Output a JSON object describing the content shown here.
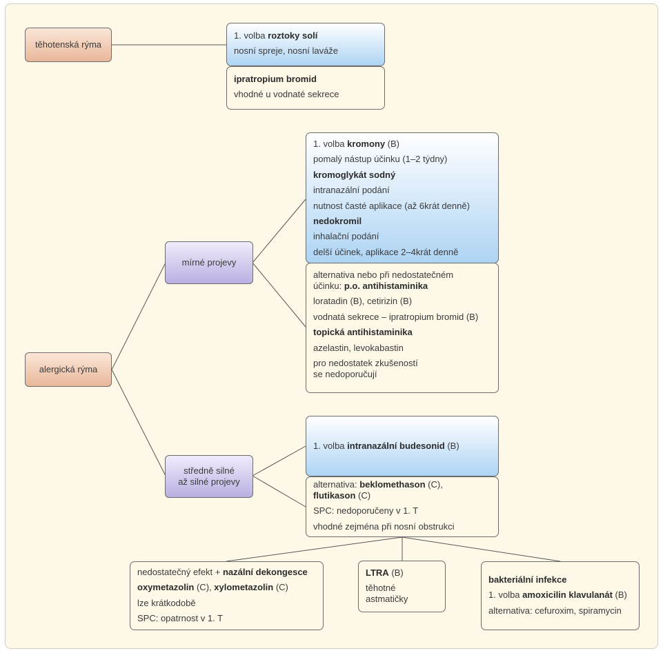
{
  "nodes": {
    "pregnancy": "těhotenská rýma",
    "allergic": "alergická rýma",
    "mild": "mírné projevy",
    "moderate_line1": "středně silné",
    "moderate_line2": "až silné projevy"
  },
  "boxes": {
    "saline": {
      "l1_pre": "1. volba ",
      "l1_bold": "roztoky solí",
      "l2": "nosní spreje, nosní laváže"
    },
    "ipratropium": {
      "l1_bold": "ipratropium bromid",
      "l2": "vhodné u vodnaté sekrece"
    },
    "cromones": {
      "l1_pre": "1. volba ",
      "l1_bold": "kromony",
      "l1_post": " (B)",
      "l2": "pomalý nástup účinku (1–2 týdny)",
      "l3_bold": "kromoglykát sodný",
      "l4": "intranazální podání",
      "l5": "nutnost časté aplikace (až 6krát denně)",
      "l6_bold": "nedokromil",
      "l7": "inhalační podání",
      "l8": "delší účinek, aplikace 2–4krát denně"
    },
    "antihistamines": {
      "l1a": "alternativa nebo při nedostatečném",
      "l1b_pre": "účinku: ",
      "l1b_bold": "p.o. antihistaminika",
      "l2": "loratadin (B), cetirizin (B)",
      "l3": "vodnatá sekrece – ipratropium bromid (B)",
      "l4_bold": "topická antihistaminika",
      "l5": "azelastin, levokabastin",
      "l6a": "pro nedostatek zkušeností",
      "l6b": "se nedoporučují"
    },
    "budesonide": {
      "l1_pre": "1. volba ",
      "l1_bold": "intranazální budesonid",
      "l1_post": " (B)"
    },
    "beclomethasone": {
      "l1_pre": "alternativa: ",
      "l1_bold": "beklomethason",
      "l1_post": " (C),",
      "l2_bold": "flutikason",
      "l2_post": " (C)",
      "l3": "SPC: nedoporučeny v 1. T",
      "l4": "vhodné zejména při nosní obstrukci"
    },
    "decongestion": {
      "l1_pre": "nedostatečný efekt + ",
      "l1_bold": "nazální dekongesce",
      "l2_bold_a": "oxymetazolin",
      "l2_mid": " (C), ",
      "l2_bold_b": "xylometazolin",
      "l2_post": " (C)",
      "l3": "lze krátkodobě",
      "l4": "SPC: opatrnost v 1. T"
    },
    "ltra": {
      "l1_bold": "LTRA",
      "l1_post": " (B)",
      "l2": "těhotné",
      "l3": "astmatičky"
    },
    "bacterial": {
      "l1_bold": "bakteriální infekce",
      "l2_pre": "1. volba ",
      "l2_bold": "amoxicilin klavulanát",
      "l2_post": " (B)",
      "l3": "alternativa: cefuroxim, spiramycin"
    }
  },
  "colors": {
    "background": "#fdf8e7",
    "node_peach": "#e9b79a",
    "node_lilac": "#b9b0e2",
    "box_blue": "#aed4f4",
    "border": "#6b6b6b",
    "line": "#555555"
  }
}
